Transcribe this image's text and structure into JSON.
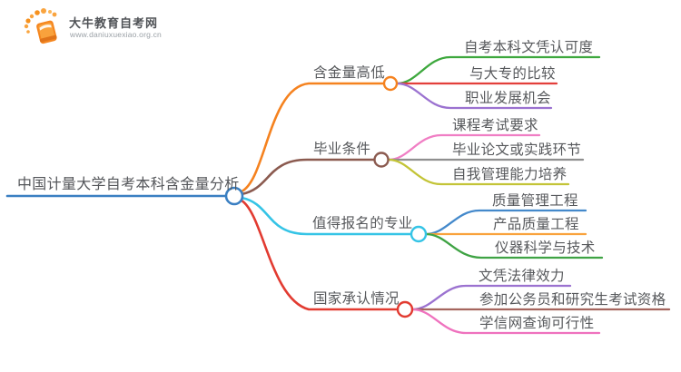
{
  "page": {
    "background": "#ffffff"
  },
  "logo": {
    "site_name": "大牛教育自考网",
    "site_url": "www.daniuxuexiao.org.cn",
    "icon": "book-sunrise-logo-icon",
    "brand_color": "#F5861F"
  },
  "mindmap": {
    "root": {
      "label": "中国计量大学自考本科含金量分析",
      "color": "#3A7FC2"
    },
    "branches": [
      {
        "label": "含金量高低",
        "color": "#F5821F",
        "children": [
          {
            "label": "自考本科文凭认可度",
            "color": "#3DA83D"
          },
          {
            "label": "与大专的比较",
            "color": "#E33F3B"
          },
          {
            "label": "职业发展机会",
            "color": "#9B72D0"
          }
        ]
      },
      {
        "label": "毕业条件",
        "color": "#8B5A4F",
        "children": [
          {
            "label": "课程考试要求",
            "color": "#F07EC4"
          },
          {
            "label": "毕业论文或实践环节",
            "color": "#8F8F8F"
          },
          {
            "label": "自我管理能力培养",
            "color": "#C3C437"
          }
        ]
      },
      {
        "label": "值得报名的专业",
        "color": "#35C4E6",
        "children": [
          {
            "label": "质量管理工程",
            "color": "#4489CB"
          },
          {
            "label": "产品质量工程",
            "color": "#F9A23C"
          },
          {
            "label": "仪器科学与技术",
            "color": "#3FA344"
          }
        ]
      },
      {
        "label": "国家承认情况",
        "color": "#E23B31",
        "children": [
          {
            "label": "文凭法律效力",
            "color": "#9B72D0"
          },
          {
            "label": "参加公务员和研究生考试资格",
            "color": "#A5655E"
          },
          {
            "label": "学信网查询可行性",
            "color": "#EF72BE"
          }
        ]
      }
    ]
  }
}
